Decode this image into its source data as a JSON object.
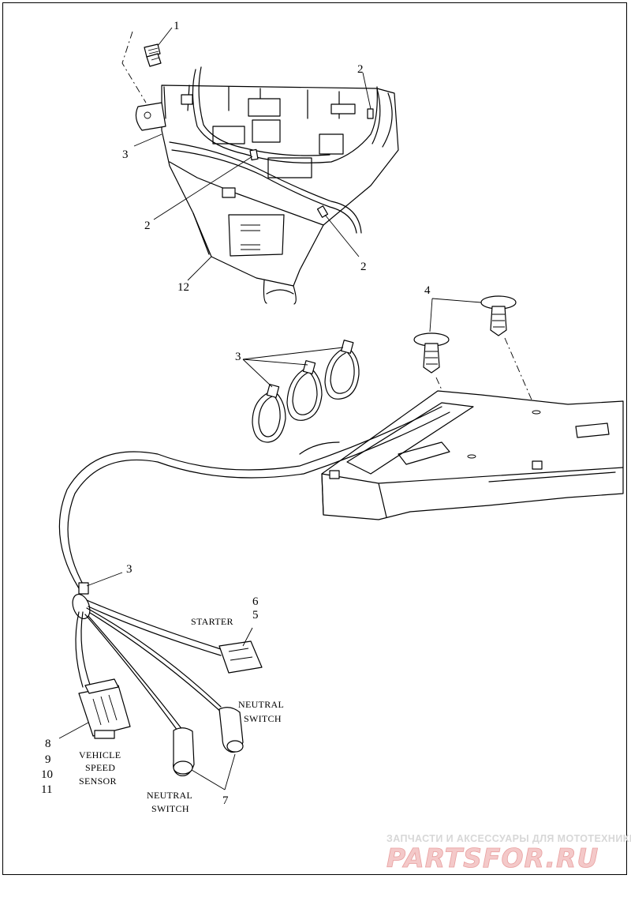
{
  "callouts": {
    "n1": "1",
    "n2a": "2",
    "n2b": "2",
    "n2c": "2",
    "n3a": "3",
    "n3b": "3",
    "n3c": "3",
    "n4": "4",
    "n5": "5",
    "n6": "6",
    "n7": "7",
    "n8": "8",
    "n9": "9",
    "n10": "10",
    "n11": "11",
    "n12": "12"
  },
  "labels": {
    "starter": "STARTER",
    "neutral_switch_right_1": "NEUTRAL",
    "neutral_switch_right_2": "SWITCH",
    "neutral_switch_left_1": "NEUTRAL",
    "neutral_switch_left_2": "SWITCH",
    "vss_1": "VEHICLE",
    "vss_2": "SPEED",
    "vss_3": "SENSOR"
  },
  "watermark": {
    "top": "ЗАПЧАСТИ И АКСЕССУАРЫ ДЛЯ МОТОТЕХНИКИ",
    "brand": "PARTSFOR.RU"
  }
}
